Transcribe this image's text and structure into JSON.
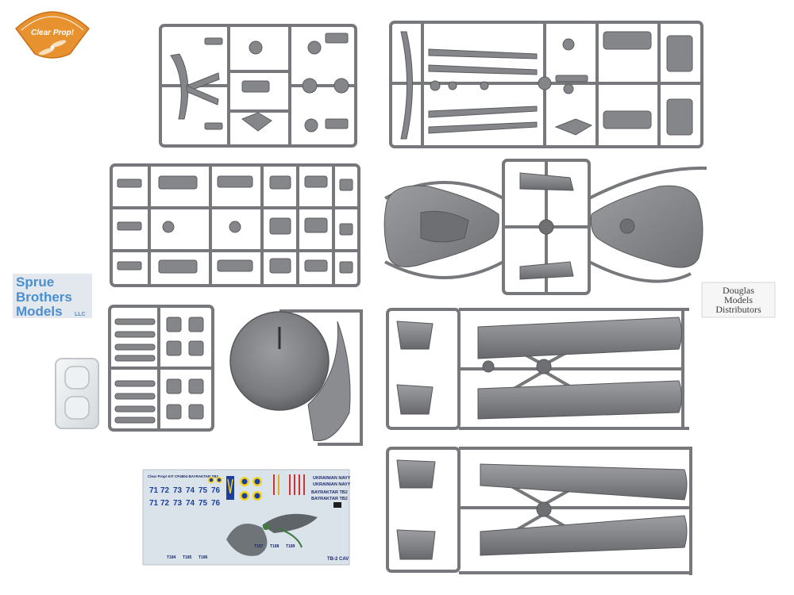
{
  "colors": {
    "plastic": "#8a8c8f",
    "plastic_dark": "#5e6064",
    "plastic_light": "#a9abae",
    "clearprop_orange": "#e8912f",
    "sbm_blue": "#4a8fd0",
    "decal_bg": "#dbe3ea",
    "decal_blue": "#1d3f9a"
  },
  "logos": {
    "clearprop": {
      "text": "Clear Prop!",
      "icon": "propeller-icon"
    },
    "spruebrothers": {
      "line1": "Sprue",
      "line2": "Brothers",
      "line3": "Models",
      "suffix": "LLC"
    },
    "douglas": {
      "line1": "Douglas",
      "line2": "Models",
      "line3": "Distributors"
    }
  },
  "decal_sheet": {
    "header": "Clear Prop! KIT CP4804 BAYRAKTAR TB2",
    "row1": [
      "71",
      "72",
      "73",
      "74",
      "75",
      "76"
    ],
    "row2": [
      "71",
      "72",
      "73",
      "74",
      "75",
      "76"
    ],
    "navy_line1": "UKRAINIAN NAVY",
    "navy_line2": "UKRAINIAN NAVY",
    "bayraktar_line1": "BAYRAKTAR TB2",
    "bayraktar_line2": "BAYRAKTAR TB2",
    "serials": [
      "T184",
      "T185",
      "T186",
      "T187",
      "T188",
      "T189"
    ],
    "footer": "TB-2 CAV"
  }
}
